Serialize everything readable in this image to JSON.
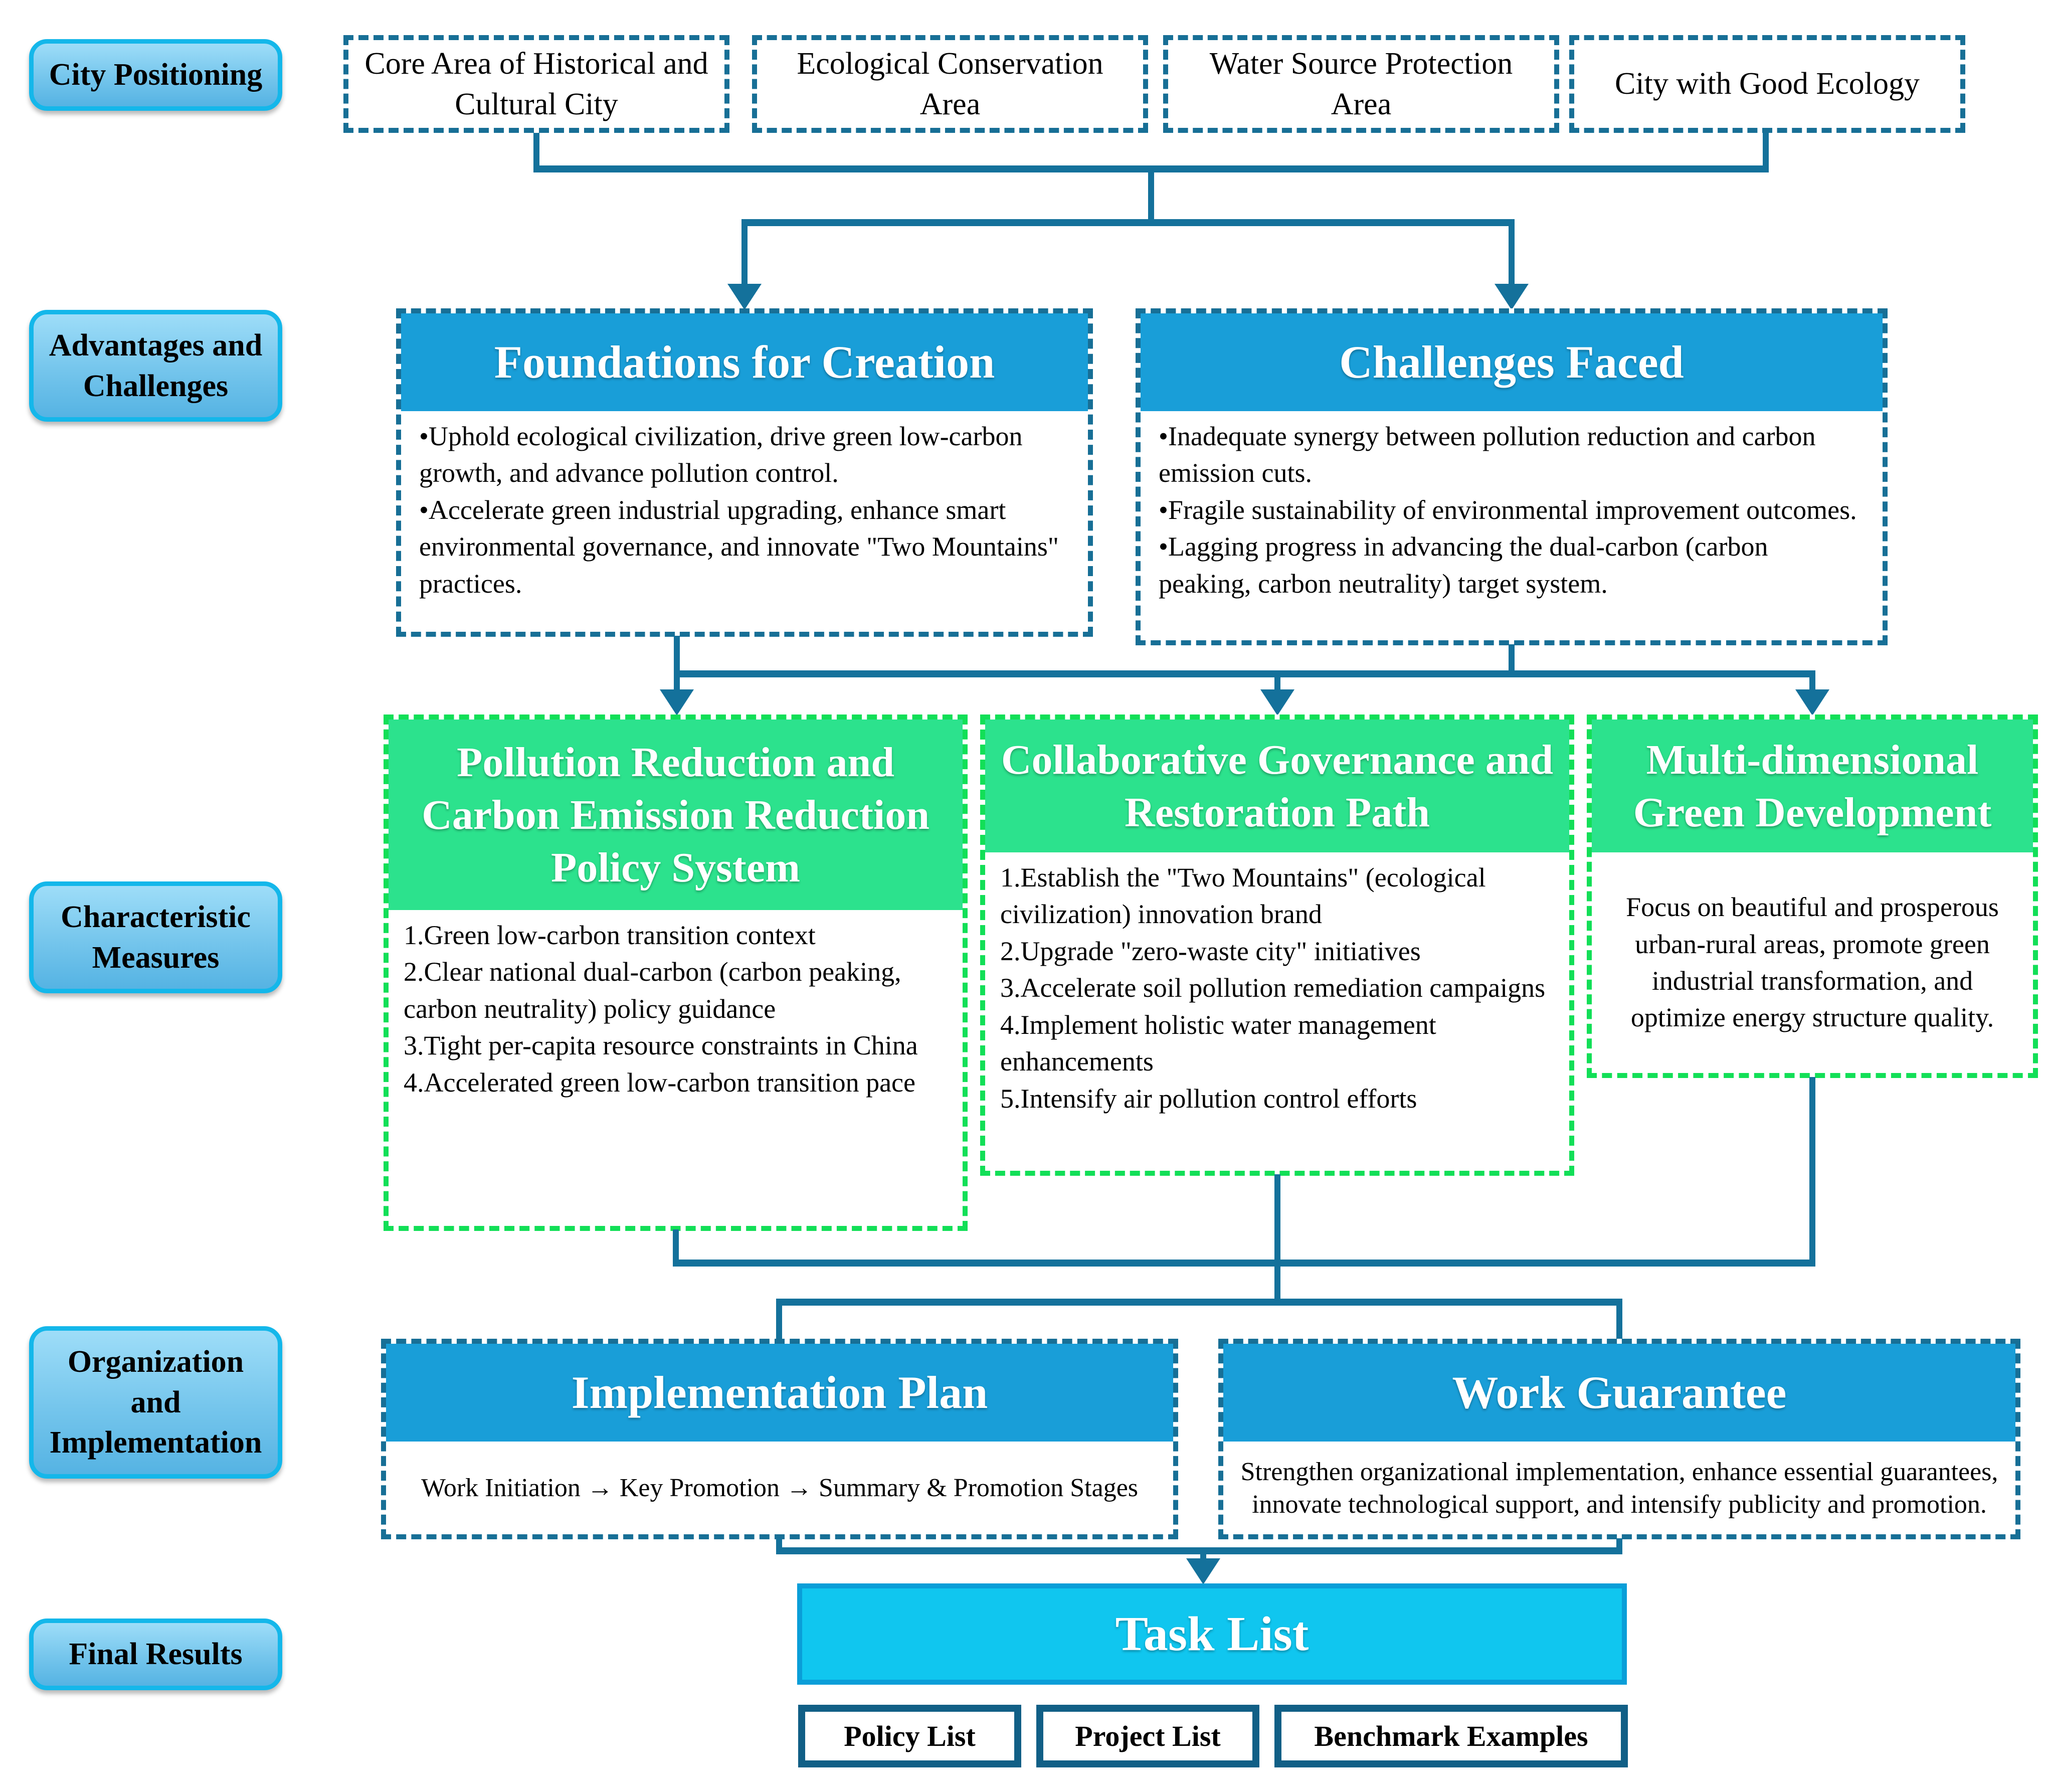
{
  "palette": {
    "connector_teal": "#14719B",
    "dashed_border_teal": "#176F96",
    "header_blue": "#199ED8",
    "green_header": "#2CE28D",
    "green_dash_border": "#12DF57",
    "task_list_cyan": "#10C6EF",
    "task_list_border": "#0A9ED8",
    "side_label_fill": "#74C5EC",
    "side_label_border": "#14B7EA",
    "output_box_border": "#115F86"
  },
  "sidebar_labels": [
    "City Positioning",
    "Advantages and Challenges",
    "Characteristic Measures",
    "Organization and Implementation",
    "Final Results"
  ],
  "city_positioning": {
    "boxes": [
      "Core Area of Historical and Cultural City",
      "Ecological Conservation Area",
      "Water Source Protection Area",
      "City with Good Ecology"
    ]
  },
  "advantages_challenges": {
    "foundations": {
      "title": "Foundations for Creation",
      "items": [
        "•Uphold ecological civilization, drive green low-carbon growth, and advance pollution control.",
        "•Accelerate green industrial upgrading, enhance smart environmental governance, and innovate \"Two Mountains\" practices."
      ]
    },
    "challenges": {
      "title": "Challenges Faced",
      "items": [
        "•Inadequate synergy between pollution reduction and carbon emission cuts.",
        "•Fragile sustainability of environmental improvement outcomes.",
        "•Lagging progress in advancing the dual-carbon (carbon peaking, carbon neutrality) target system."
      ]
    }
  },
  "characteristic_measures": {
    "policy_system": {
      "title": "Pollution Reduction and Carbon Emission Reduction Policy System",
      "items": [
        "1.Green low-carbon transition context",
        "2.Clear national dual-carbon (carbon peaking, carbon neutrality) policy guidance",
        "3.Tight per-capita resource constraints in China",
        "4.Accelerated green low-carbon transition pace"
      ]
    },
    "governance_path": {
      "title": "Collaborative Governance and Restoration Path",
      "items": [
        "1.Establish the \"Two Mountains\" (ecological civilization) innovation brand",
        "2.Upgrade \"zero-waste city\" initiatives",
        "3.Accelerate soil pollution remediation campaigns",
        "4.Implement holistic water management enhancements",
        "5.Intensify air pollution control efforts"
      ]
    },
    "green_development": {
      "title": "Multi-dimensional Green Development",
      "body": "Focus on beautiful and prosperous urban-rural areas, promote green industrial transformation, and optimize energy structure quality."
    }
  },
  "organization_implementation": {
    "implementation_plan": {
      "title": "Implementation Plan",
      "body": "Work Initiation → Key Promotion → Summary & Promotion Stages"
    },
    "work_guarantee": {
      "title": "Work Guarantee",
      "body": "Strengthen organizational implementation, enhance essential guarantees, innovate technological support, and intensify publicity and promotion."
    }
  },
  "final_results": {
    "task_list": "Task List",
    "outputs": [
      "Policy List",
      "Project List",
      "Benchmark Examples"
    ]
  }
}
